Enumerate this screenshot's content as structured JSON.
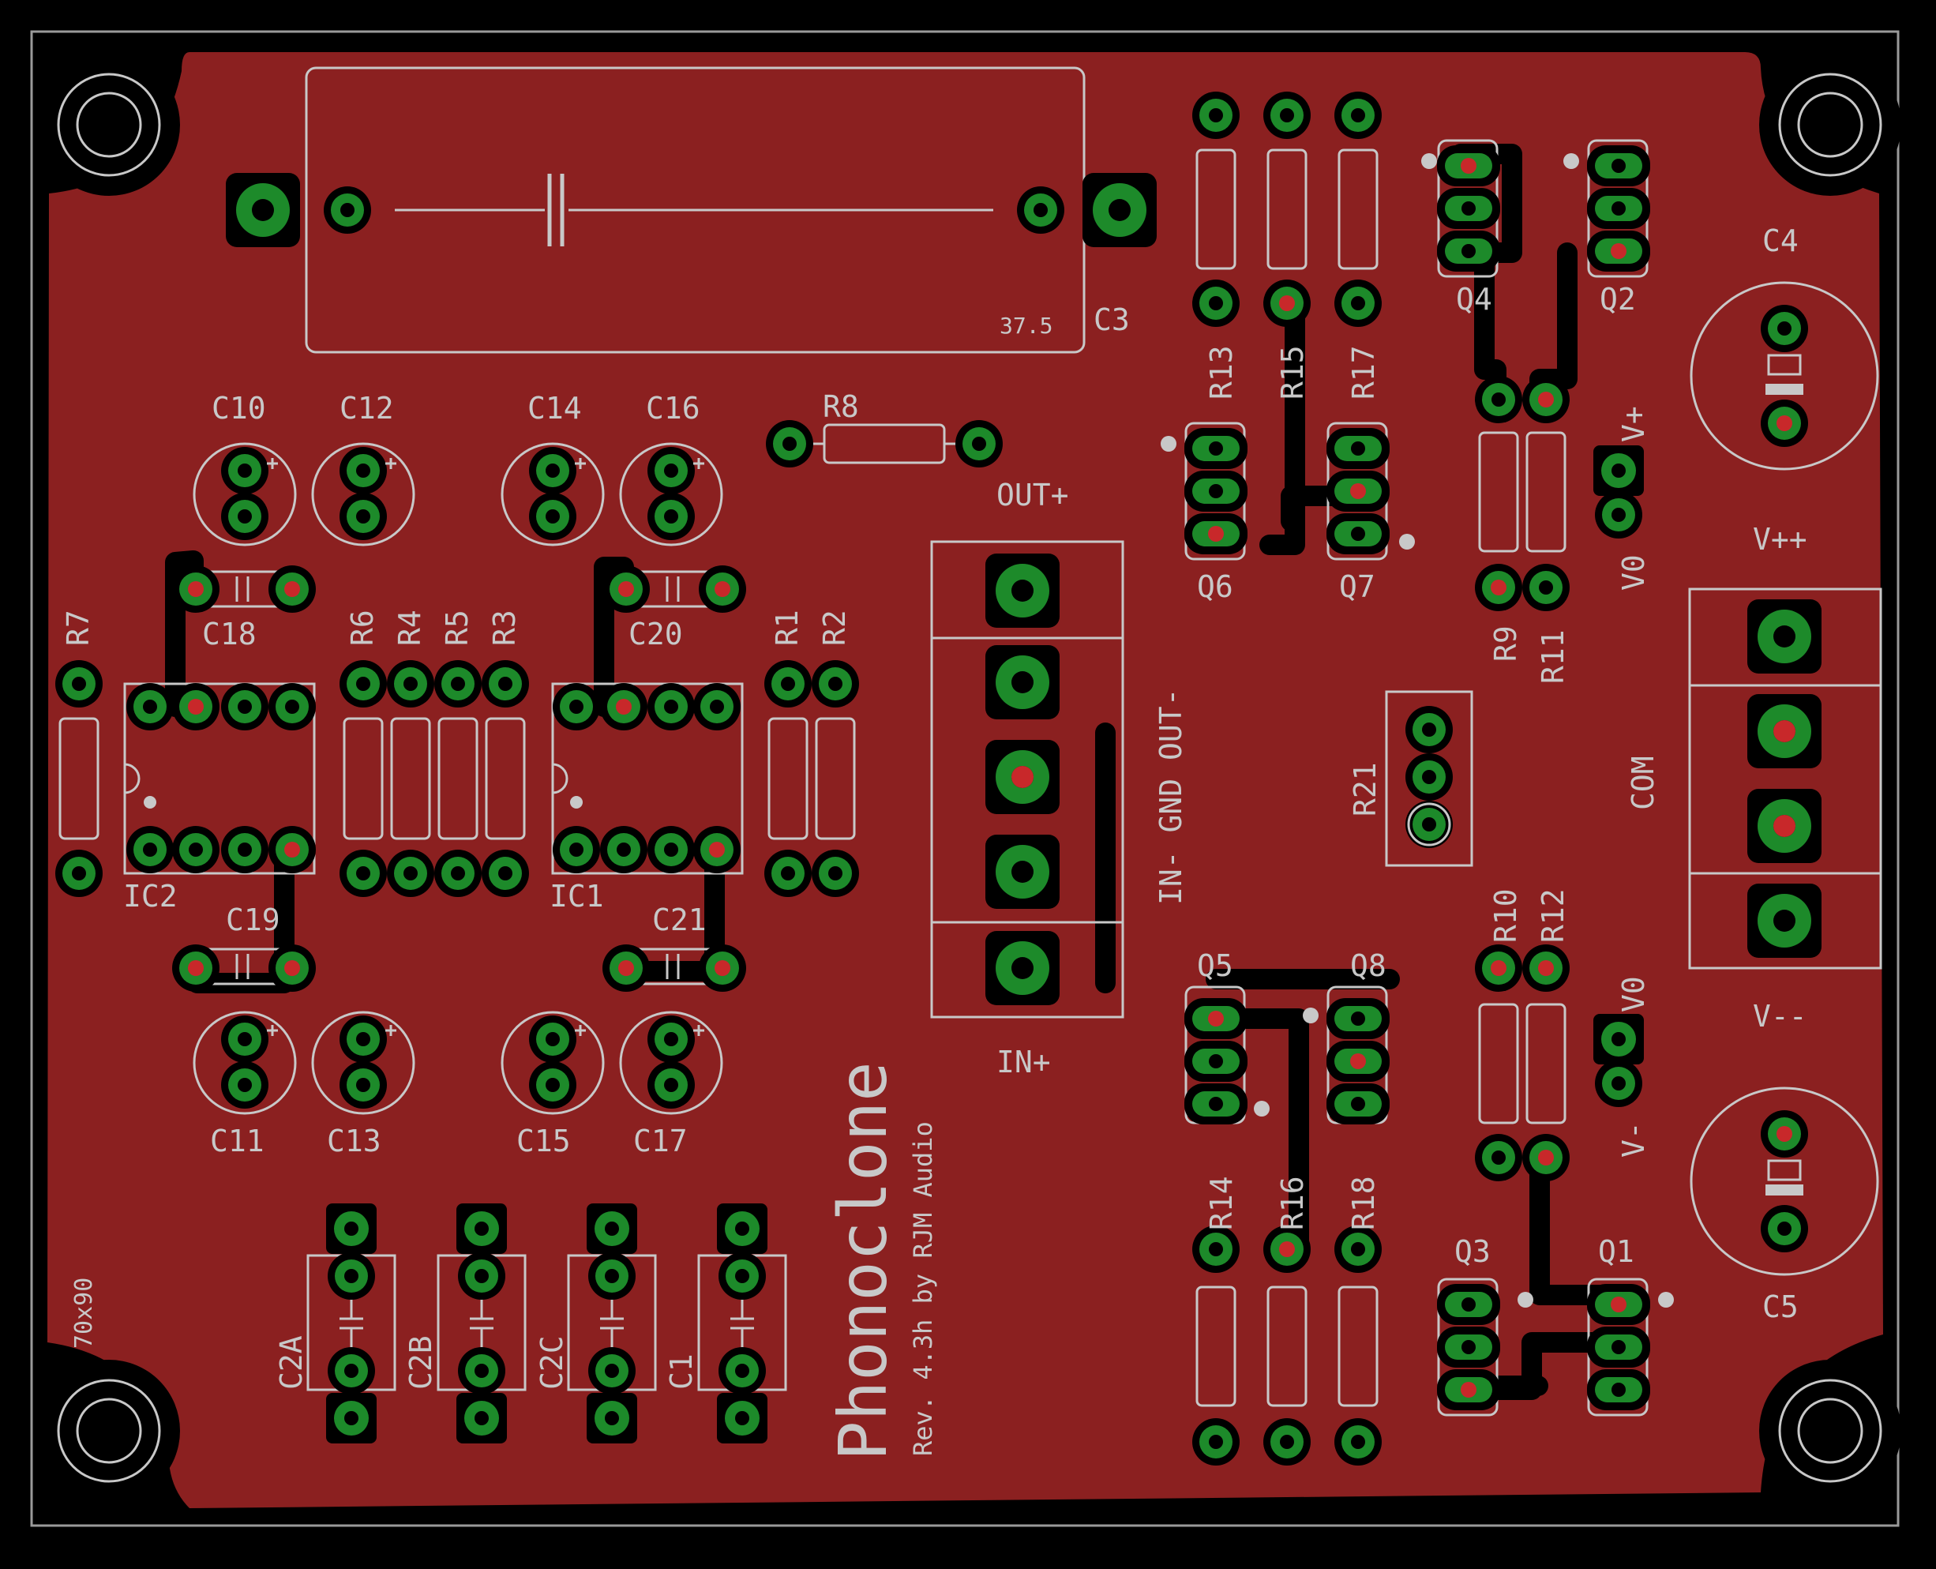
{
  "colors": {
    "background": "#000000",
    "copper": "#8b2020",
    "silk": "#c8c8c8",
    "pad": "#1d8a2a",
    "drill": "#c8282a",
    "outline": "#9a9a9a",
    "trace": "#000000"
  },
  "board": {
    "size_label": "70x90",
    "title": "Phonoclone",
    "revision": "Rev. 4.3h by RJM Audio"
  },
  "labels": {
    "C3": "C3",
    "C3_pitch": "37.5",
    "C4": "C4",
    "C5": "C5",
    "C10": "C10",
    "C12": "C12",
    "C14": "C14",
    "C16": "C16",
    "C11": "C11",
    "C13": "C13",
    "C15": "C15",
    "C17": "C17",
    "C18": "C18",
    "C19": "C19",
    "C20": "C20",
    "C21": "C21",
    "C2A": "C2A",
    "C2B": "C2B",
    "C2C": "C2C",
    "C1": "C1",
    "R1": "R1",
    "R2": "R2",
    "R3": "R3",
    "R4": "R4",
    "R5": "R5",
    "R6": "R6",
    "R7": "R7",
    "R8": "R8",
    "R9": "R9",
    "R10": "R10",
    "R11": "R11",
    "R12": "R12",
    "R13": "R13",
    "R14": "R14",
    "R15": "R15",
    "R16": "R16",
    "R17": "R17",
    "R18": "R18",
    "R21": "R21",
    "IC1": "IC1",
    "IC2": "IC2",
    "Q1": "Q1",
    "Q2": "Q2",
    "Q3": "Q3",
    "Q4": "Q4",
    "Q5": "Q5",
    "Q6": "Q6",
    "Q7": "Q7",
    "Q8": "Q8",
    "out_plus": "OUT+",
    "in_plus": "IN+",
    "io_side": "IN-  GND  OUT-",
    "vpp": "V++",
    "vmm": "V--",
    "com": "COM",
    "v0_top": "V0",
    "v_plus": "V+",
    "v0_bot": "V0",
    "v_minus": "V-"
  }
}
